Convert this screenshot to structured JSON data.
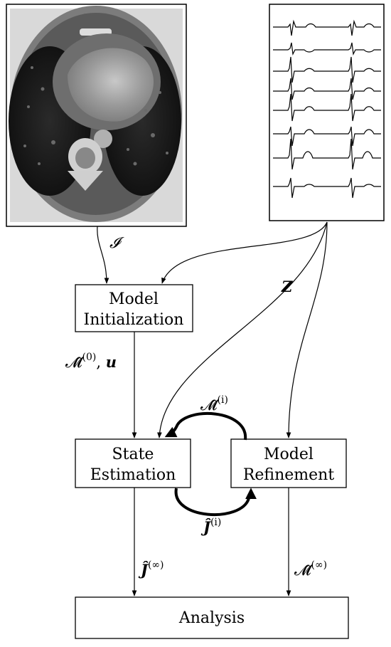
{
  "boxes": {
    "model_init": [
      "Model",
      "Initialization"
    ],
    "state_est": [
      "State",
      "Estimation"
    ],
    "model_ref": [
      "Model",
      "Refinement"
    ],
    "analysis": "Analysis"
  },
  "edge_labels": {
    "image": "𝓘",
    "z": "Z",
    "m0_base": "𝓜̂",
    "m0_sup": "(0)",
    "m0_sep": ", ",
    "u": "u",
    "mi_base": "𝓜̂",
    "mi_sup": "(i)",
    "ji_base": "Ĵ",
    "ji_sup": "(i)",
    "jinf_base": "Ĵ",
    "jinf_sup": "(∞)",
    "minf_base": "𝓜̂",
    "minf_sup": "(∞)"
  },
  "inputs": {
    "ct_image": "ct-scan-image",
    "ecg_image": "ecg-signals-image"
  }
}
